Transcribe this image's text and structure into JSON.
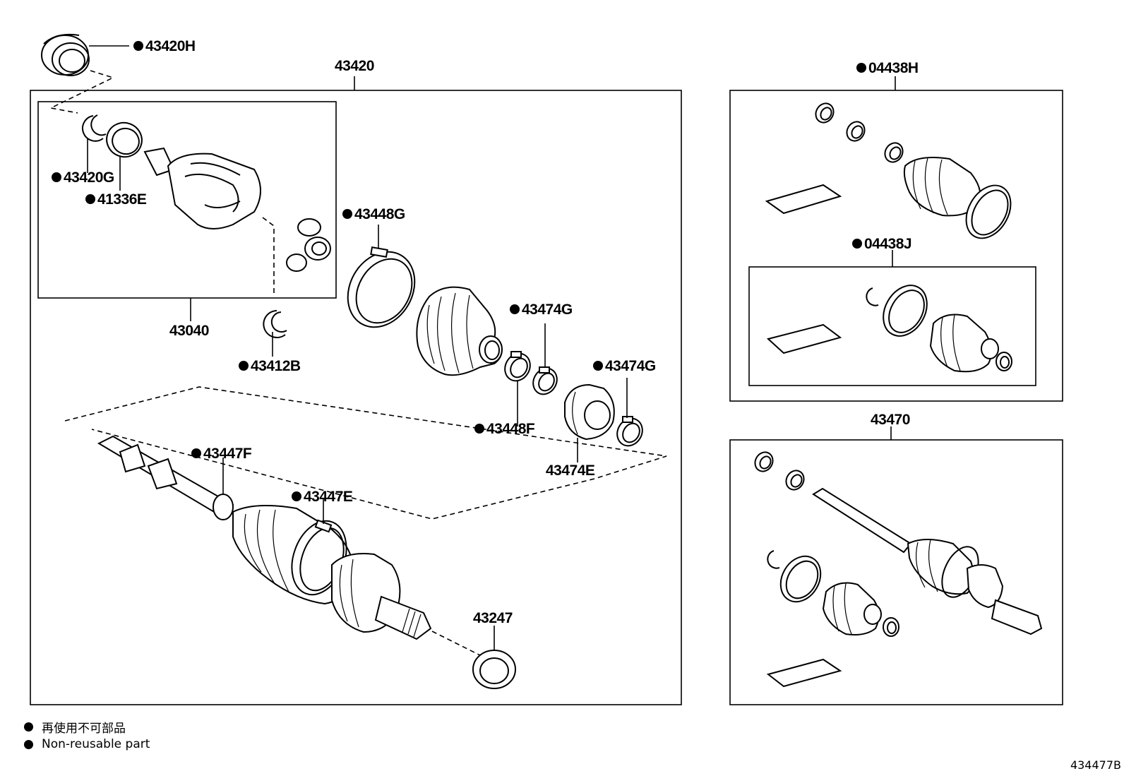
{
  "labels": {
    "p43420H": "43420H",
    "p43420": "43420",
    "p43420G": "43420G",
    "p41336E": "41336E",
    "p43040": "43040",
    "p43412B": "43412B",
    "p43448G": "43448G",
    "p43474G_a": "43474G",
    "p43474G_b": "43474G",
    "p43448F": "43448F",
    "p43474E": "43474E",
    "p43447F": "43447F",
    "p43447E": "43447E",
    "p43247": "43247",
    "p04438H": "04438H",
    "p04438J": "04438J",
    "p43470": "43470"
  },
  "legend": {
    "japanese": "再使用不可部品",
    "english": "Non-reusable part"
  },
  "diagram_code": "434477B"
}
